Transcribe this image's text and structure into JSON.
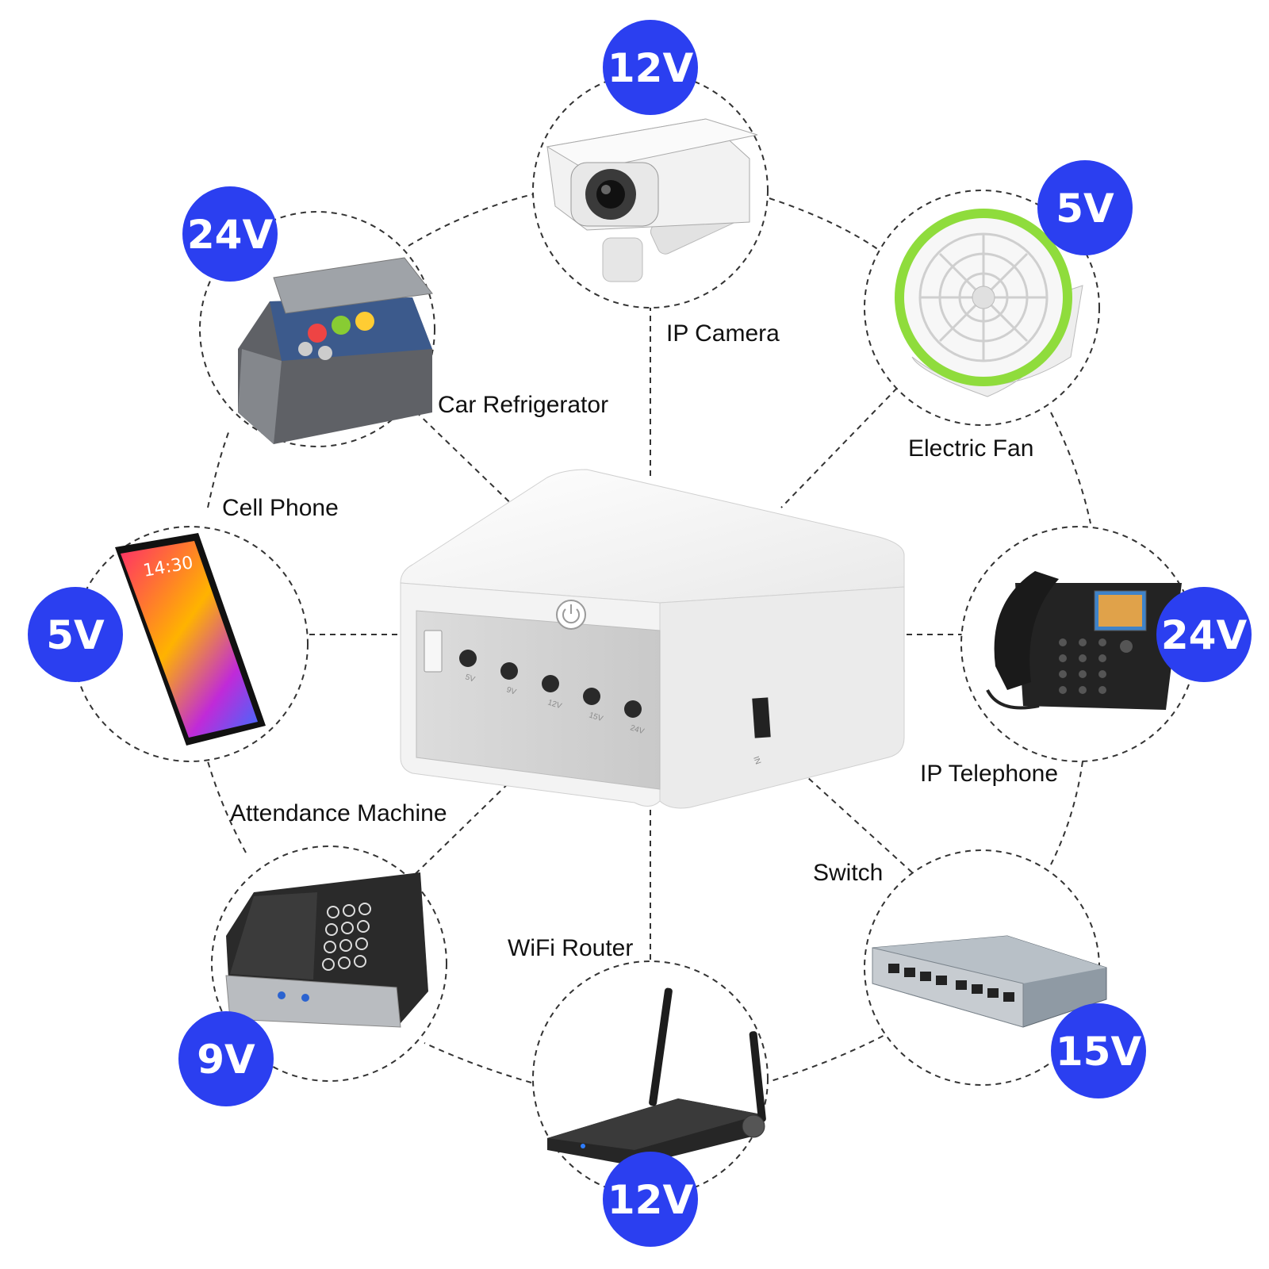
{
  "hub": {
    "ports": [
      "5V",
      "9V",
      "12V",
      "15V",
      "24V"
    ],
    "input_label": "IN"
  },
  "devices": [
    {
      "key": "ip-camera",
      "label": "IP Camera",
      "voltage": "12V"
    },
    {
      "key": "electric-fan",
      "label": "Electric Fan",
      "voltage": "5V"
    },
    {
      "key": "ip-telephone",
      "label": "IP Telephone",
      "voltage": "24V"
    },
    {
      "key": "switch",
      "label": "Switch",
      "voltage": "15V"
    },
    {
      "key": "wifi-router",
      "label": "WiFi Router",
      "voltage": "12V"
    },
    {
      "key": "attendance-machine",
      "label": "Attendance Machine",
      "voltage": "9V"
    },
    {
      "key": "cell-phone",
      "label": "Cell Phone",
      "voltage": "5V"
    },
    {
      "key": "car-refrigerator",
      "label": "Car Refrigerator",
      "voltage": "24V"
    }
  ],
  "colors": {
    "badge": "#2b3ff0",
    "dashed_line": "#333333",
    "device_body": "#f4f4f4"
  }
}
